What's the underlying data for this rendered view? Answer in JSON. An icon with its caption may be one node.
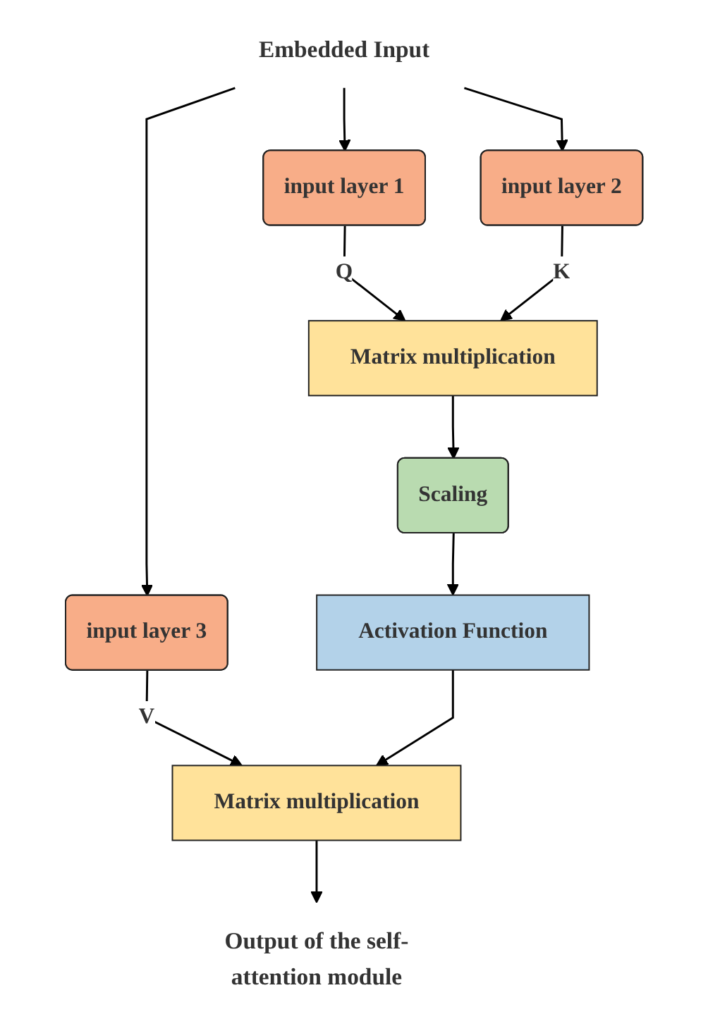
{
  "diagram": {
    "nodes": [
      {
        "text": [
          "Embedded Input"
        ]
      },
      {
        "text": [
          "input layer 1"
        ]
      },
      {
        "text": [
          "input layer 2"
        ]
      },
      {
        "text": [
          "input layer 3"
        ]
      },
      {
        "text": [
          "Matrix multiplication"
        ]
      },
      {
        "text": [
          "Scaling"
        ]
      },
      {
        "text": [
          "Activation Function"
        ]
      },
      {
        "text": [
          "Matrix multiplication"
        ]
      },
      {
        "text": [
          "Output of the self-attention module"
        ]
      }
    ],
    "edges": [
      {
        "from": 0,
        "to": 1,
        "arrow": "to"
      },
      {
        "from": 0,
        "to": 2,
        "arrow": "to"
      },
      {
        "from": 0,
        "to": 3,
        "arrow": "to"
      },
      {
        "from": 1,
        "to": 4,
        "arrow": "to",
        "label": "Q"
      },
      {
        "from": 2,
        "to": 4,
        "arrow": "to",
        "label": "K"
      },
      {
        "from": 3,
        "to": 7,
        "arrow": "to",
        "label": "V"
      },
      {
        "from": 4,
        "to": 5,
        "arrow": "to"
      },
      {
        "from": 5,
        "to": 6,
        "arrow": "to"
      },
      {
        "from": 6,
        "to": 7,
        "arrow": "to"
      },
      {
        "from": 7,
        "to": 8,
        "arrow": "to"
      }
    ]
  }
}
